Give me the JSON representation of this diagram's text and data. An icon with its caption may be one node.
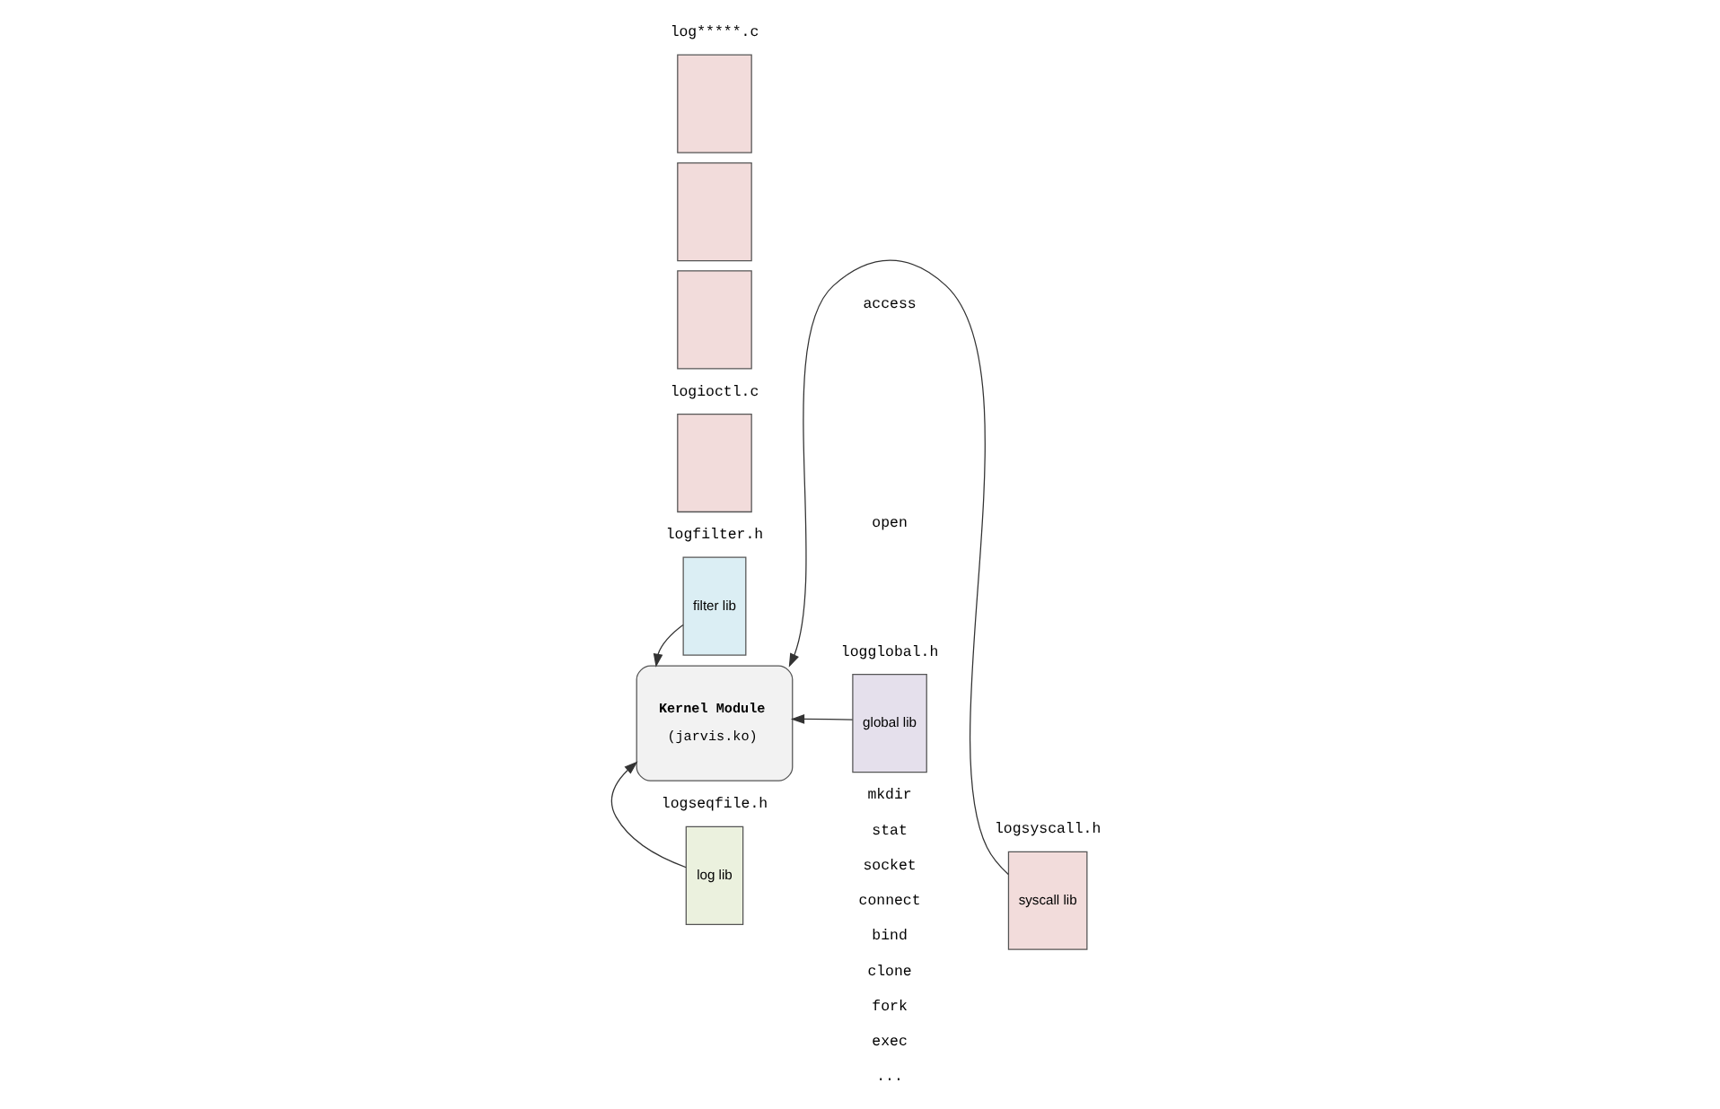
{
  "diagram": {
    "nodes": [
      {
        "text": [
          "Kernel Module",
          "(jarvis.ko)"
        ]
      },
      {
        "text": [
          "filter lib"
        ],
        "beside": [
          "logfilter.h"
        ]
      },
      {
        "text": [
          "syscall lib"
        ],
        "beside": [
          "logsyscall.h"
        ]
      },
      {
        "text": [
          "global lib"
        ],
        "beside": [
          "logglobal.h"
        ]
      },
      {
        "text": [
          "log lib"
        ],
        "beside": [
          "logseqfile.h"
        ]
      },
      {
        "text": [],
        "shape": "box"
      },
      {
        "text": [],
        "shape": "box"
      },
      {
        "text": [],
        "shape": "box"
      },
      {
        "text": [],
        "shape": "box"
      }
    ],
    "edges": [
      {
        "from": 1,
        "to": 0,
        "arrow": "to"
      },
      {
        "from": 2,
        "to": 0,
        "arrow": "to"
      },
      {
        "from": 3,
        "to": 0,
        "arrow": "to"
      },
      {
        "from": 4,
        "to": 0,
        "arrow": "to"
      }
    ],
    "labels": [
      "log*****.c",
      "access",
      "open",
      "mkdir",
      "stat",
      "socket",
      "connect",
      "bind",
      "clone",
      "fork",
      "exec",
      "...",
      "logioctl.c"
    ]
  }
}
